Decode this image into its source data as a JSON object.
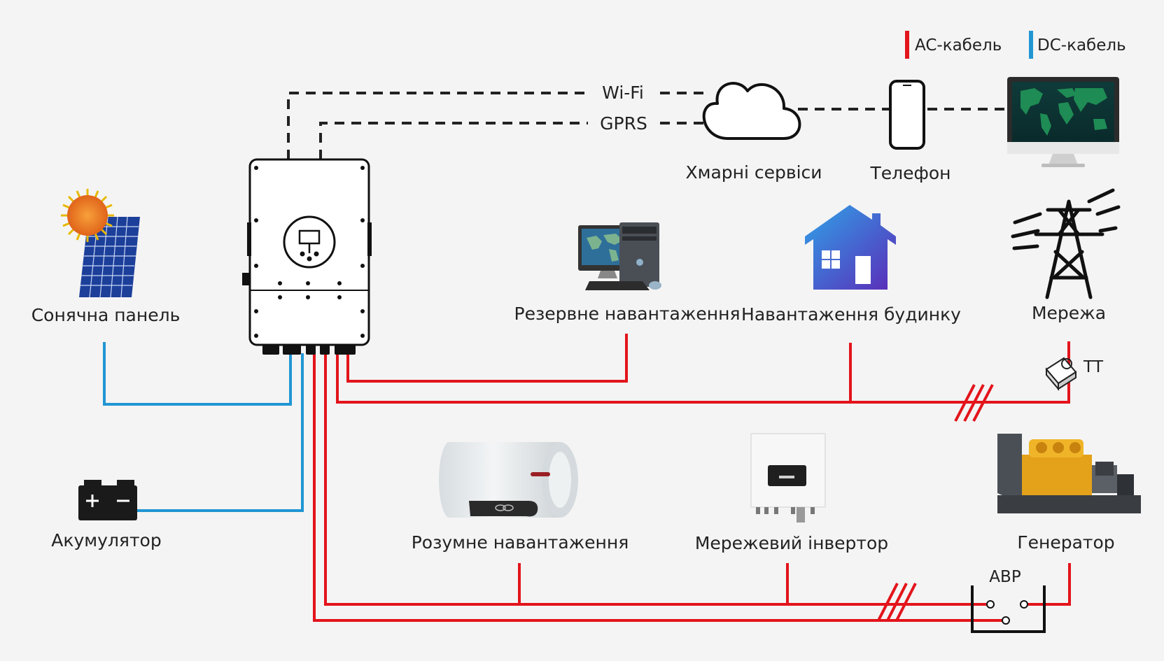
{
  "legend": {
    "ac_label": "AC-кабель",
    "dc_label": "DC-кабель",
    "ac_color": "#e3141b",
    "dc_color": "#2196d3"
  },
  "links": {
    "wifi": "Wi-Fi",
    "gprs": "GPRS"
  },
  "nodes": {
    "solar_panel": "Сонячна панель",
    "battery": "Акумулятор",
    "cloud": "Хмарні сервіси",
    "phone": "Телефон",
    "backup_load": "Резервне навантаження",
    "home_load": "Навантаження будинку",
    "grid": "Мережа",
    "ct": "ТТ",
    "smart_load": "Розумне навантаження",
    "grid_inverter": "Мережевий інвертор",
    "generator": "Генератор",
    "ats": "АВР"
  },
  "icons": {
    "sun": "sun-icon",
    "solar": "solar-panel-icon",
    "inverter": "hybrid-inverter-icon",
    "battery": "battery-icon",
    "cloud": "cloud-icon",
    "phone": "smartphone-icon",
    "monitor": "monitor-icon",
    "computer": "desktop-computer-icon",
    "house": "house-icon",
    "tower": "power-tower-icon",
    "ct": "current-transformer-icon",
    "heater": "water-heater-icon",
    "grid_inverter": "grid-inverter-icon",
    "generator": "generator-icon",
    "ats": "ats-switch-icon"
  }
}
